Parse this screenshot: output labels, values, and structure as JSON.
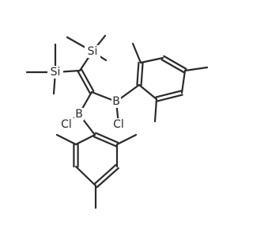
{
  "molecule": {
    "atoms": [
      {
        "id": "si_top",
        "symbol": "Si"
      },
      {
        "id": "si_left",
        "symbol": "Si"
      },
      {
        "id": "b_right",
        "symbol": "B"
      },
      {
        "id": "b_left",
        "symbol": "B"
      },
      {
        "id": "cl_right",
        "symbol": "Cl"
      },
      {
        "id": "cl_left",
        "symbol": "Cl"
      }
    ]
  }
}
